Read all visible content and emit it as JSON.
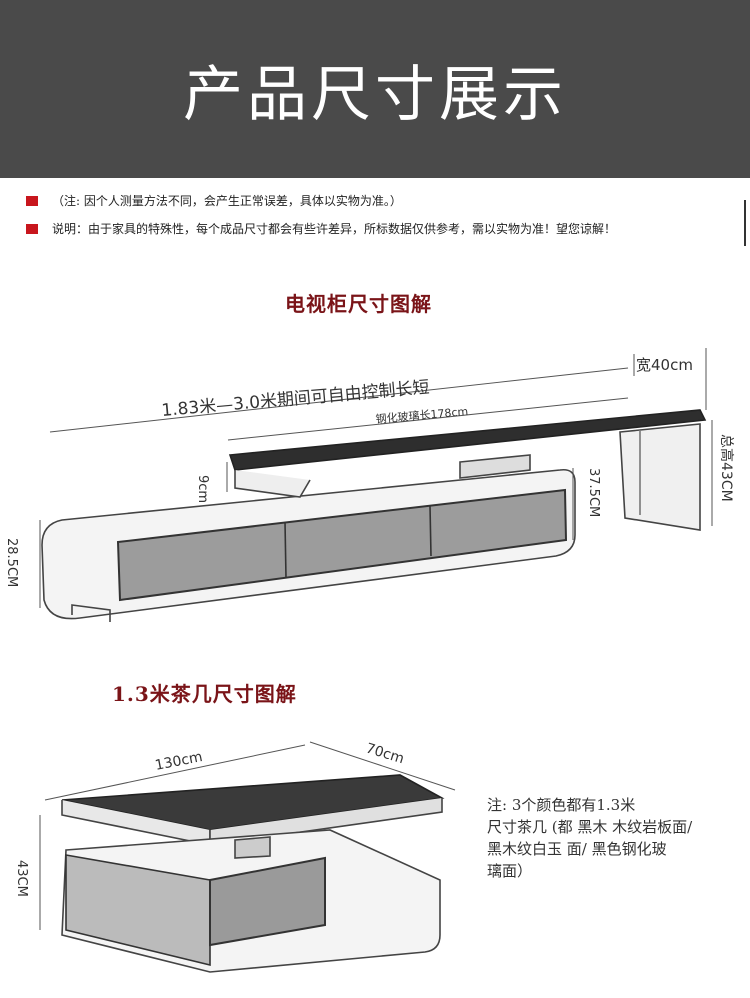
{
  "header": {
    "title": "产品尺寸展示"
  },
  "notes": [
    "（注: 因个人测量方法不同，会产生正常误差，具体以实物为准。）",
    "说明：由于家具的特殊性，每个成品尺寸都会有些许差异，所标数据仅供参考，需以实物为准！望您谅解！"
  ],
  "colors": {
    "header_bg": "#4a4a4a",
    "accent_red": "#c8161d",
    "title_red": "#7a1418"
  },
  "tv_cabinet": {
    "title": "电视柜尺寸图解",
    "labels": {
      "length_range": "1.83米—3.0米期间可自由控制长短",
      "width": "宽40cm",
      "glass_length": "钢化玻璃长178cm",
      "total_height": "总高43CM",
      "gap_height": "9cm",
      "box_height": "37.5CM",
      "base_height": "28.5CM"
    }
  },
  "coffee_table": {
    "title": "1.3米茶几尺寸图解",
    "labels": {
      "length": "130cm",
      "width": "70cm",
      "height": "43CM"
    },
    "note": "注: 3个颜色都有1.3米\n尺寸茶几 (都 黑木 木纹岩板面/\n黑木纹白玉 面/ 黑色钢化玻\n璃面）"
  }
}
